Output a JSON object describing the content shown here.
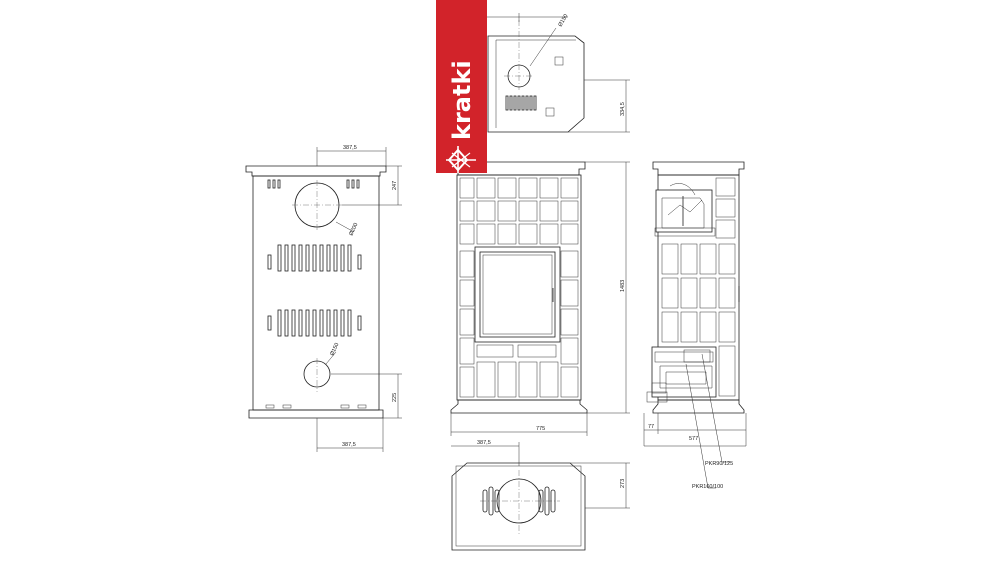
{
  "brand": {
    "name": "kratki",
    "color": "#d2232a"
  },
  "dimensions": {
    "back_top_width": "387,5",
    "back_top_offset": "247",
    "back_flue_diameter_top": "Ø200",
    "back_flue_diameter_low": "Ø150",
    "back_bottom_offset": "225",
    "back_bottom_width": "387,5",
    "top_flue_diameter": "Ø150",
    "top_depth": "334,5",
    "front_height": "1483",
    "front_width": "775",
    "bottom_half_width": "387,5",
    "bottom_depth": "273",
    "side_foot": "77",
    "side_depth": "577",
    "adapter_1": "PKR90/125",
    "adapter_2": "PKR160/100"
  }
}
